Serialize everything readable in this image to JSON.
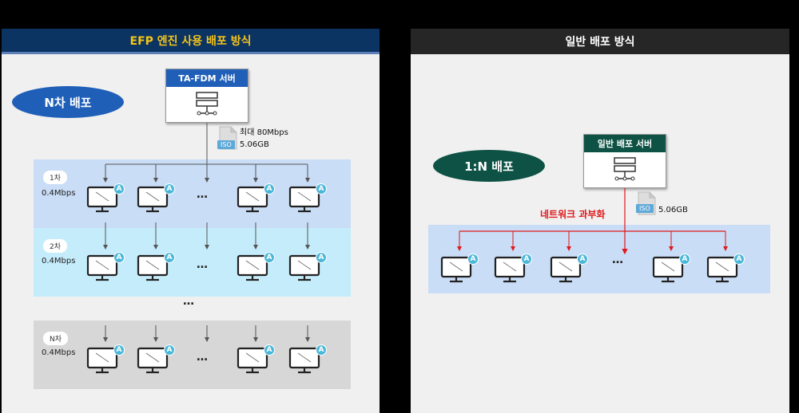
{
  "left": {
    "title": "EFP 엔진 사용 배포 방식",
    "badge": "N차 배포",
    "server_title": "TA-FDM 서버",
    "rate_max": "최대 80Mbps",
    "file_type": "ISO",
    "file_size": "5.06GB",
    "tiers": [
      {
        "tag": "1차",
        "rate": "0.4Mbps"
      },
      {
        "tag": "2차",
        "rate": "0.4Mbps"
      },
      {
        "tag": "N차",
        "rate": "0.4Mbps"
      }
    ],
    "ellipsis": "…",
    "agent_label": "A"
  },
  "right": {
    "title": "일반 배포 방식",
    "badge": "1:N 배포",
    "server_title": "일반 배포 서버",
    "file_type": "ISO",
    "file_size": "5.06GB",
    "warning": "네트워크 과부화",
    "ellipsis": "…",
    "agent_label": "A"
  },
  "colors": {
    "left_header": "#0c3463",
    "left_title_text": "#f5c518",
    "n_badge": "#1f5fb8",
    "one_n_badge": "#0d5244",
    "server_left": "#1f5fb8",
    "server_right": "#0d5244",
    "tier1_band": "#c9ddf6",
    "tier2_band": "#c5ecfb",
    "tierN_band": "#d7d7d7",
    "right_band": "#c9ddf6",
    "arrow_red": "#e0181b",
    "agent_badge": "#4bb8d9"
  }
}
